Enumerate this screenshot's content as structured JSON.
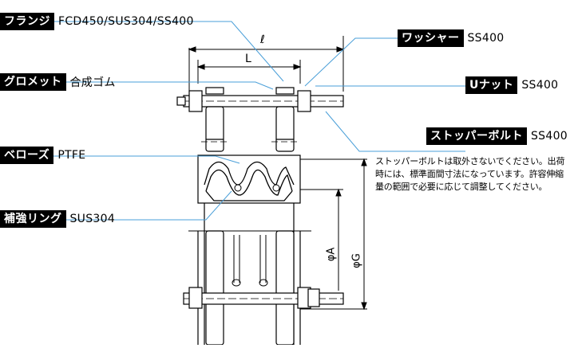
{
  "callouts": {
    "flange": {
      "tag": "フランジ",
      "value": "FCD450/SUS304/SS400"
    },
    "grommet": {
      "tag": "グロメット",
      "value": "合成ゴム"
    },
    "bellows": {
      "tag": "ベローズ",
      "value": "PTFE"
    },
    "ring": {
      "tag": "補強リング",
      "value": "SUS304"
    },
    "washer": {
      "tag": "ワッシャー",
      "value": "SS400"
    },
    "unut": {
      "tag": "Uナット",
      "value": "SS400"
    },
    "stopbolt": {
      "tag": "ストッパーボルト",
      "value": "SS400"
    }
  },
  "note": "ストッパーボルトは取外さないでください。出荷時には、標準面間寸法になっています。許容伸縮量の範囲で必要に応じて調整してください。",
  "dimensions": {
    "overall": "ℓ",
    "face": "L",
    "inner": "φA",
    "outer": "φG"
  },
  "colors": {
    "leader": "#4a9fd8",
    "line": "#000000",
    "tag_bg": "#000000"
  }
}
